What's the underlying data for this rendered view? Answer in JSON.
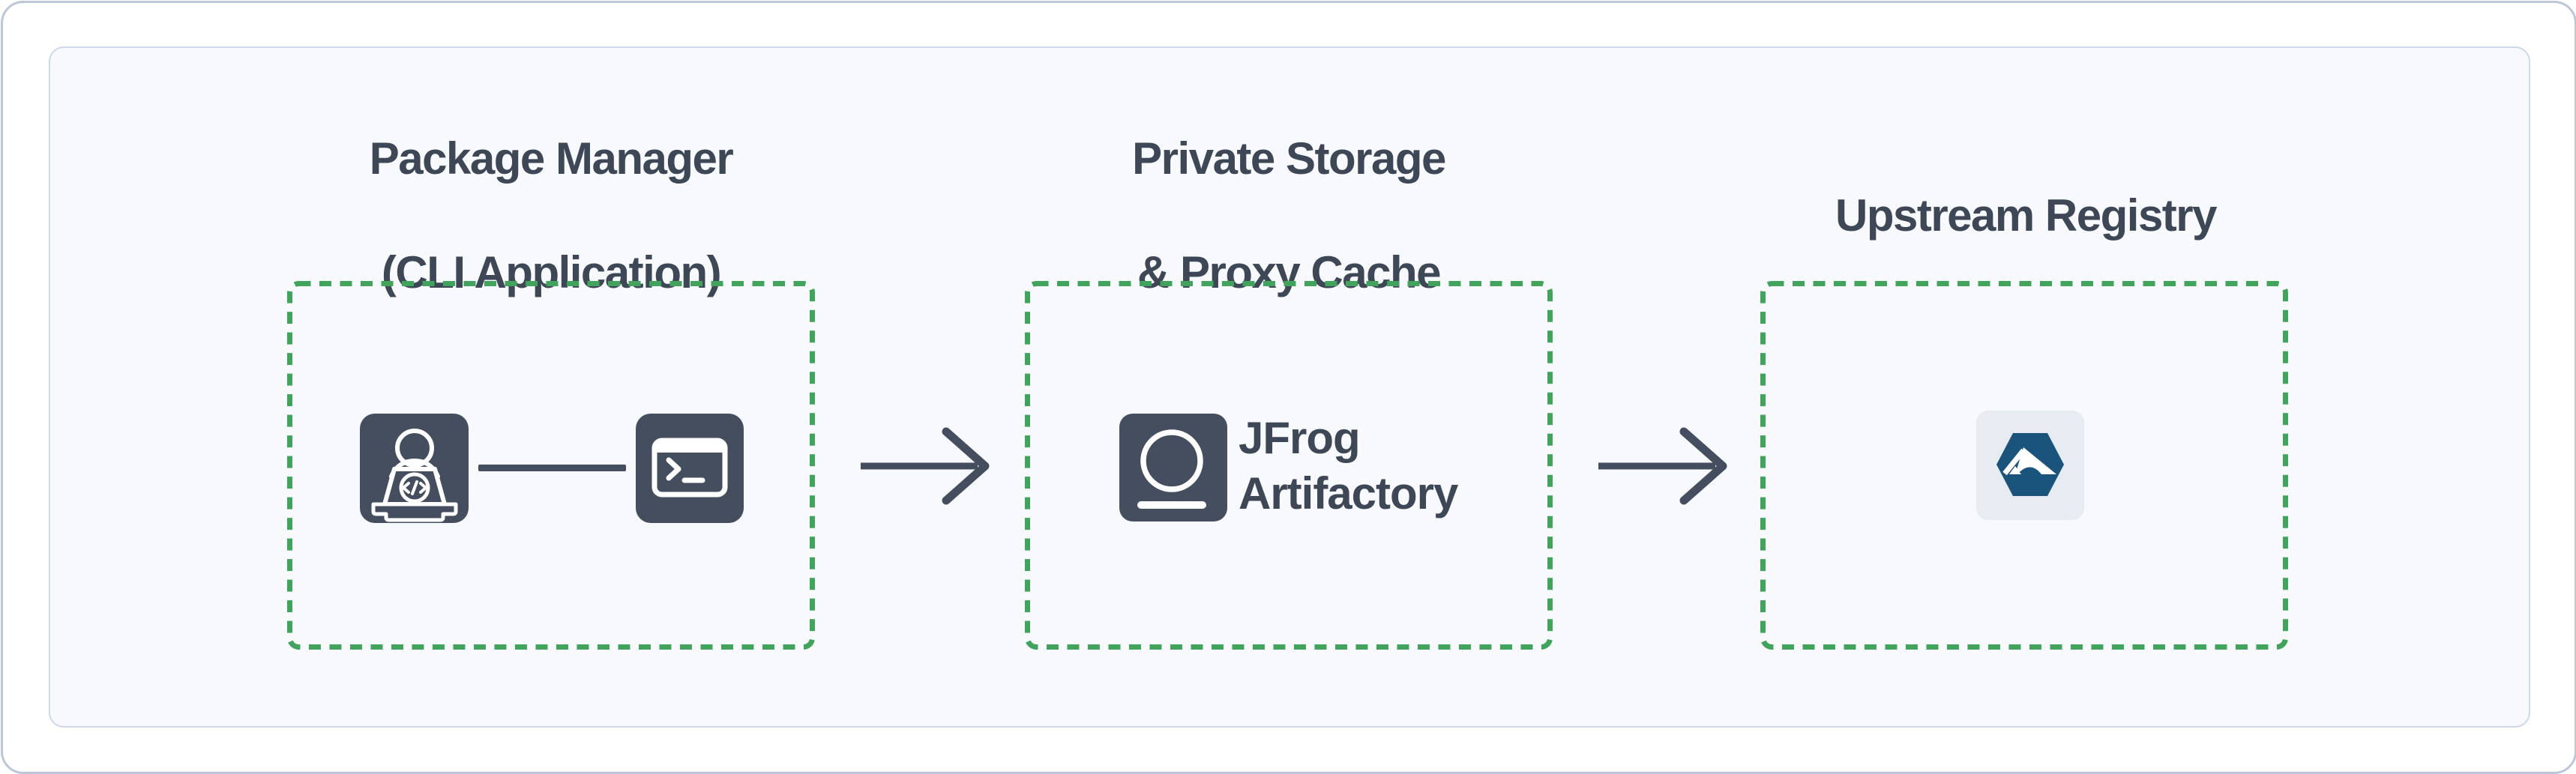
{
  "diagram": {
    "nodes": [
      {
        "id": "package-manager",
        "title_line1": "Package Manager",
        "title_line2": "(CLI Application)",
        "icons": [
          "developer-laptop-icon",
          "terminal-icon"
        ]
      },
      {
        "id": "private-storage-proxy-cache",
        "title_line1": "Private Storage",
        "title_line2": "& Proxy Cache",
        "label_line1": "JFrog",
        "label_line2": "Artifactory",
        "icons": [
          "jfrog-artifactory-icon"
        ]
      },
      {
        "id": "upstream-registry",
        "title_line1": "Upstream Registry",
        "icons": [
          "upstream-registry-hexagon-icon"
        ]
      }
    ],
    "connections": [
      {
        "from": "package-manager",
        "to": "private-storage-proxy-cache",
        "type": "arrow-right"
      },
      {
        "from": "private-storage-proxy-cache",
        "to": "upstream-registry",
        "type": "arrow-right"
      }
    ],
    "colors": {
      "dashed_border": "#41a35c",
      "icon_dark": "#454e5e",
      "arrow": "#454e5e",
      "title_text": "#3e4756",
      "hexagon_blue": "#1a547c",
      "registry_tile_bg": "#e7ecf3",
      "card_bg": "#f7f9fc",
      "card_border": "#cdd9ea"
    }
  }
}
